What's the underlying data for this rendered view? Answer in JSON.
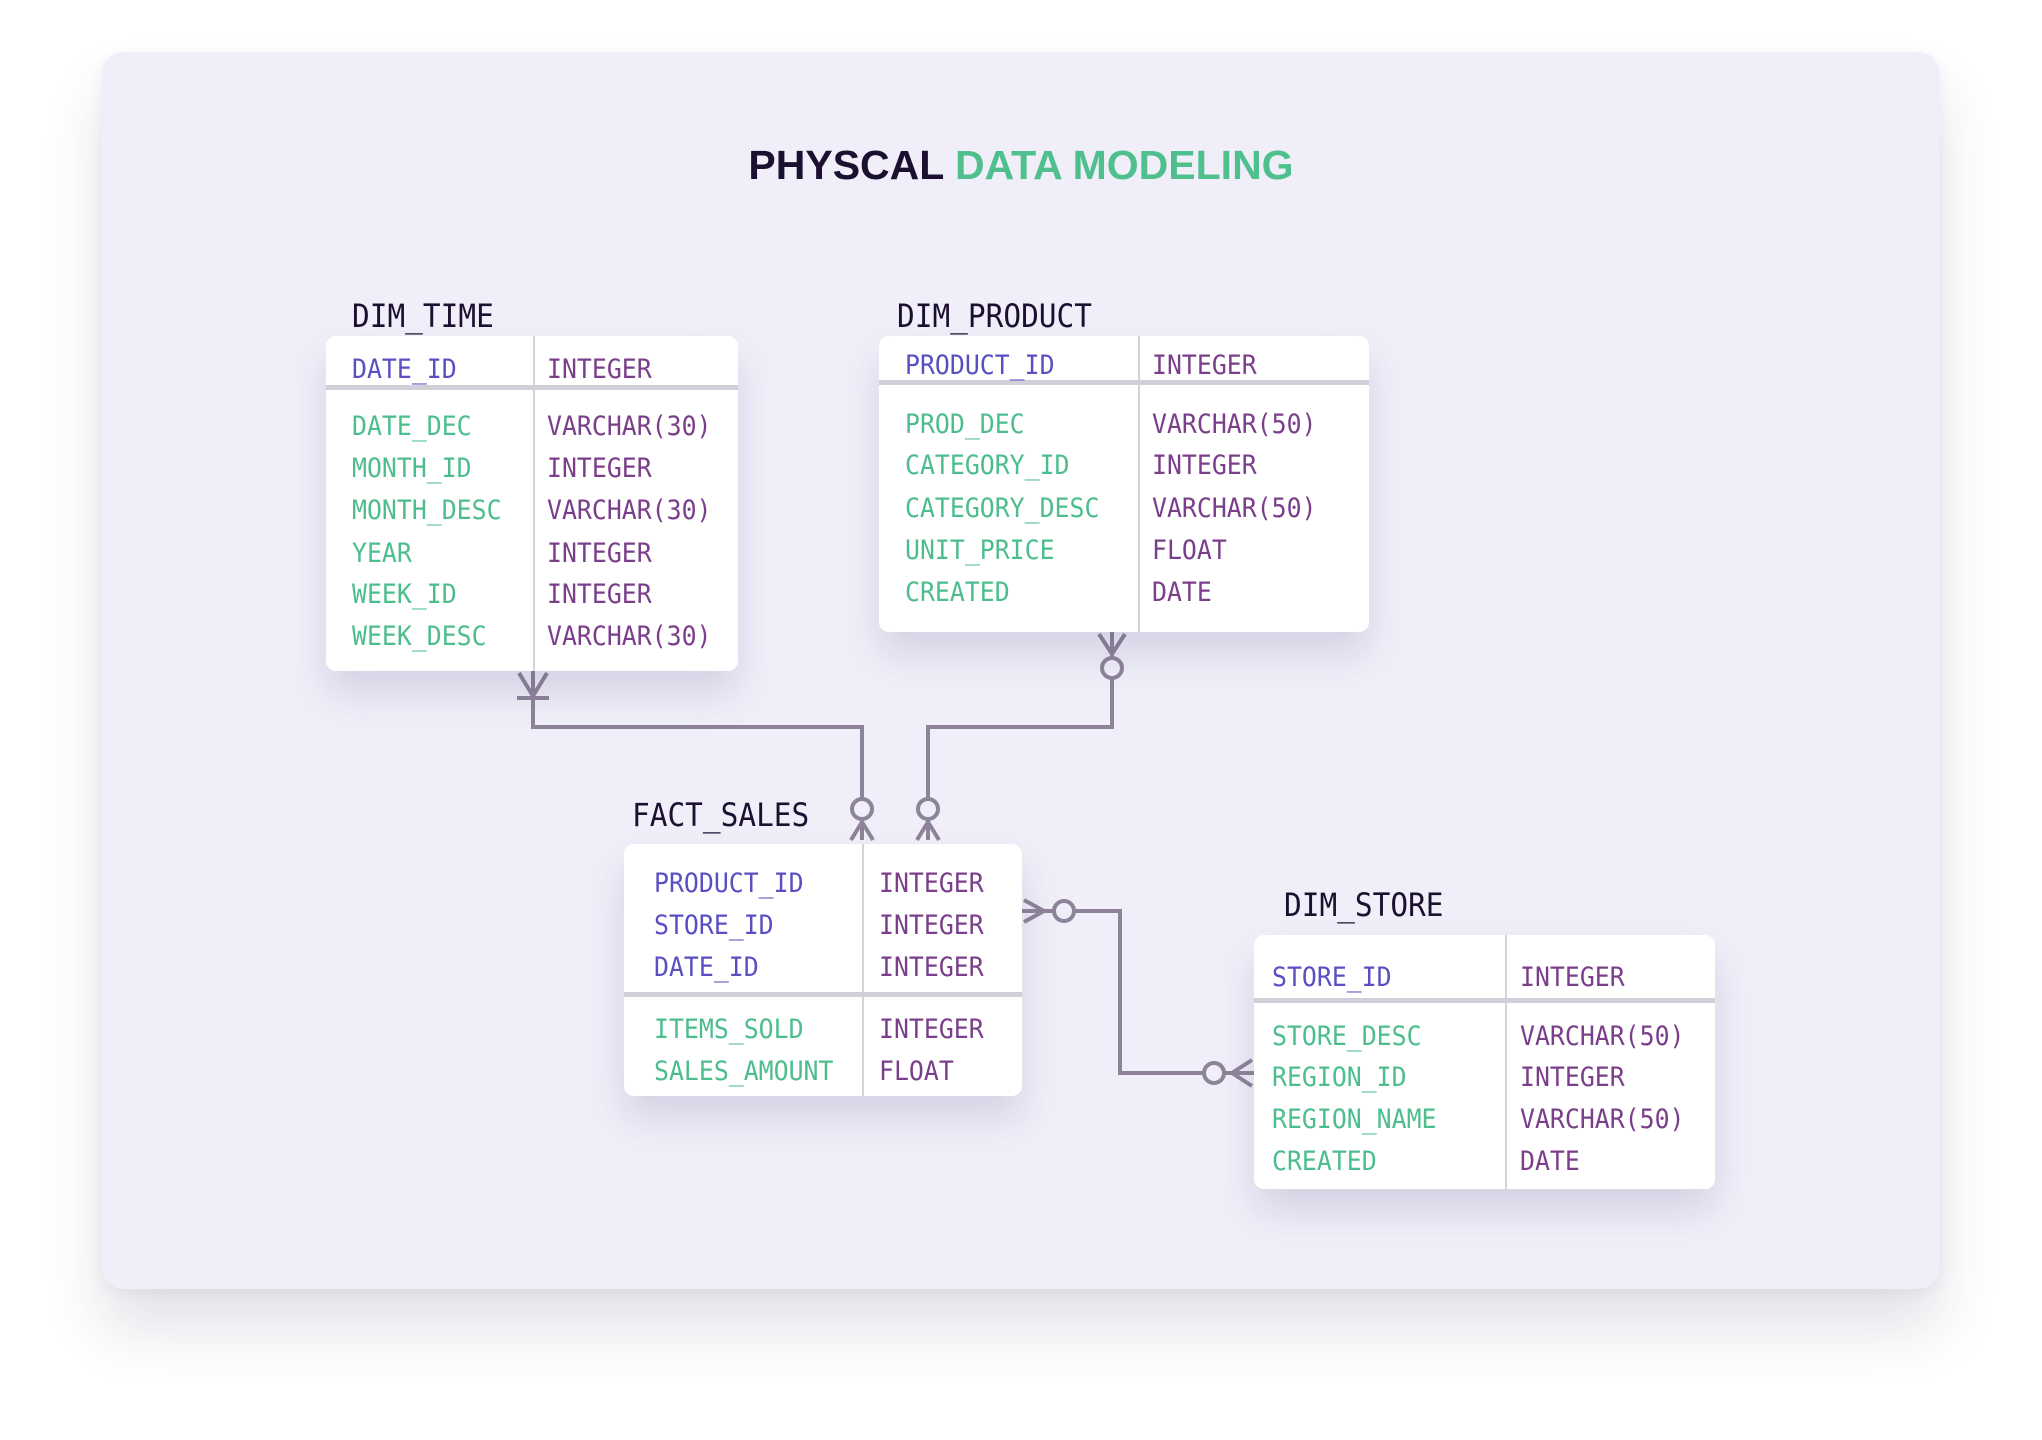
{
  "title": {
    "part1": "PHYSCAL",
    "part2": "DATA MODELING"
  },
  "colors": {
    "primary_key": "#5a4fc2",
    "field": "#4dbd8d",
    "type": "#7a3e8a",
    "title_dark": "#1c1030",
    "title_accent": "#4fc08d",
    "connector": "#8e8499",
    "background": "#f0eff9"
  },
  "tables": [
    {
      "name": "DIM_TIME",
      "keys": [
        [
          "DATE_ID",
          "INTEGER"
        ]
      ],
      "fields": [
        [
          "DATE_DEC",
          "VARCHAR(30)"
        ],
        [
          "MONTH_ID",
          "INTEGER"
        ],
        [
          "MONTH_DESC",
          "VARCHAR(30)"
        ],
        [
          "YEAR",
          "INTEGER"
        ],
        [
          "WEEK_ID",
          "INTEGER"
        ],
        [
          "WEEK_DESC",
          "VARCHAR(30)"
        ]
      ]
    },
    {
      "name": "DIM_PRODUCT",
      "keys": [
        [
          "PRODUCT_ID",
          "INTEGER"
        ]
      ],
      "fields": [
        [
          "PROD_DEC",
          "VARCHAR(50)"
        ],
        [
          "CATEGORY_ID",
          "INTEGER"
        ],
        [
          "CATEGORY_DESC",
          "VARCHAR(50)"
        ],
        [
          "UNIT_PRICE",
          "FLOAT"
        ],
        [
          "CREATED",
          "DATE"
        ]
      ]
    },
    {
      "name": "FACT_SALES",
      "keys": [
        [
          "PRODUCT_ID",
          "INTEGER"
        ],
        [
          "STORE_ID",
          "INTEGER"
        ],
        [
          "DATE_ID",
          "INTEGER"
        ]
      ],
      "fields": [
        [
          "ITEMS_SOLD",
          "INTEGER"
        ],
        [
          "SALES_AMOUNT",
          "FLOAT"
        ]
      ]
    },
    {
      "name": "DIM_STORE",
      "keys": [
        [
          "STORE_ID",
          "INTEGER"
        ]
      ],
      "fields": [
        [
          "STORE_DESC",
          "VARCHAR(50)"
        ],
        [
          "REGION_ID",
          "INTEGER"
        ],
        [
          "REGION_NAME",
          "VARCHAR(50)"
        ],
        [
          "CREATED",
          "DATE"
        ]
      ]
    }
  ],
  "relationships": [
    {
      "from": "DIM_TIME",
      "to": "FACT_SALES",
      "from_cardinality": "one-or-many",
      "to_cardinality": "zero-or-many"
    },
    {
      "from": "DIM_PRODUCT",
      "to": "FACT_SALES",
      "from_cardinality": "zero-or-many",
      "to_cardinality": "zero-or-many"
    },
    {
      "from": "FACT_SALES",
      "to": "DIM_STORE",
      "from_cardinality": "zero-or-many",
      "to_cardinality": "zero-or-many"
    }
  ]
}
